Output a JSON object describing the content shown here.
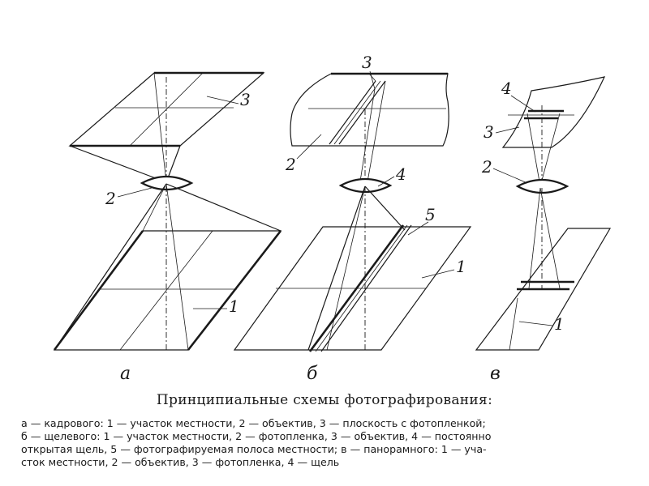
{
  "diagram": {
    "panel_a": {
      "sublabel": "а",
      "labels": {
        "terrain": "1",
        "lens": "2",
        "film": "3"
      }
    },
    "panel_b": {
      "sublabel": "б",
      "labels": {
        "terrain": "1",
        "film": "2",
        "slit_top": "3",
        "lens": "4",
        "strip": "5"
      }
    },
    "panel_v": {
      "sublabel": "в",
      "labels": {
        "terrain": "1",
        "lens": "2",
        "film": "3",
        "slit": "4"
      }
    }
  },
  "caption": {
    "title": "Принципиальные схемы фотографирования:",
    "lines": [
      "а — кадрового: 1 — участок местности, 2 — объектив, 3 — плоскость с фотопленкой;",
      "б — щелевого: 1 — участок местности, 2 — фотопленка, 3 — объектив, 4 — постоянно",
      "открытая щель, 5 — фотографируемая полоса местности; в — панорамного: 1 — уча-",
      "сток местности, 2 — объектив, 3 — фотопленка, 4 — щель"
    ]
  }
}
